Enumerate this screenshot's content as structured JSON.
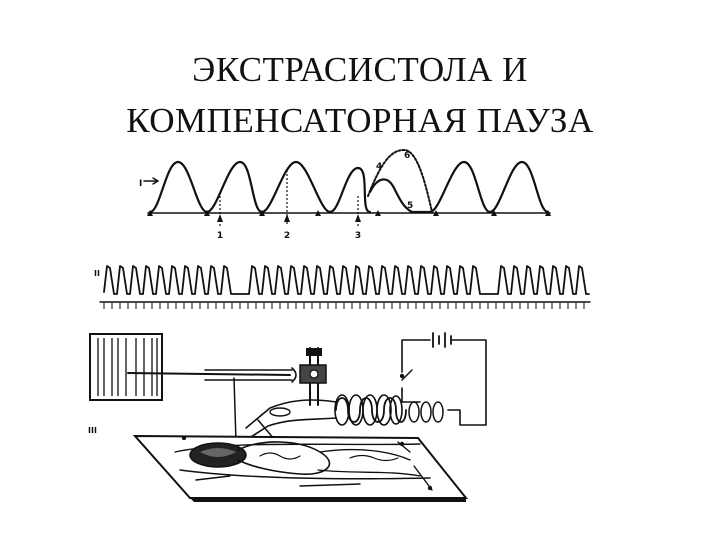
{
  "slide": {
    "title_line1": "ЭКСТРАСИСТОЛА И",
    "title_line2": "КОМПЕНСАТОРНАЯ ПАУЗА"
  },
  "figure": {
    "panel_top": {
      "row_label": "I",
      "extrasystole_labels": [
        "4",
        "6",
        "5"
      ],
      "stimulus_marks": [
        "1",
        "2",
        "3"
      ]
    },
    "panel_middle": {
      "row_label": "II"
    },
    "panel_bottom": {
      "row_label": "III"
    }
  }
}
